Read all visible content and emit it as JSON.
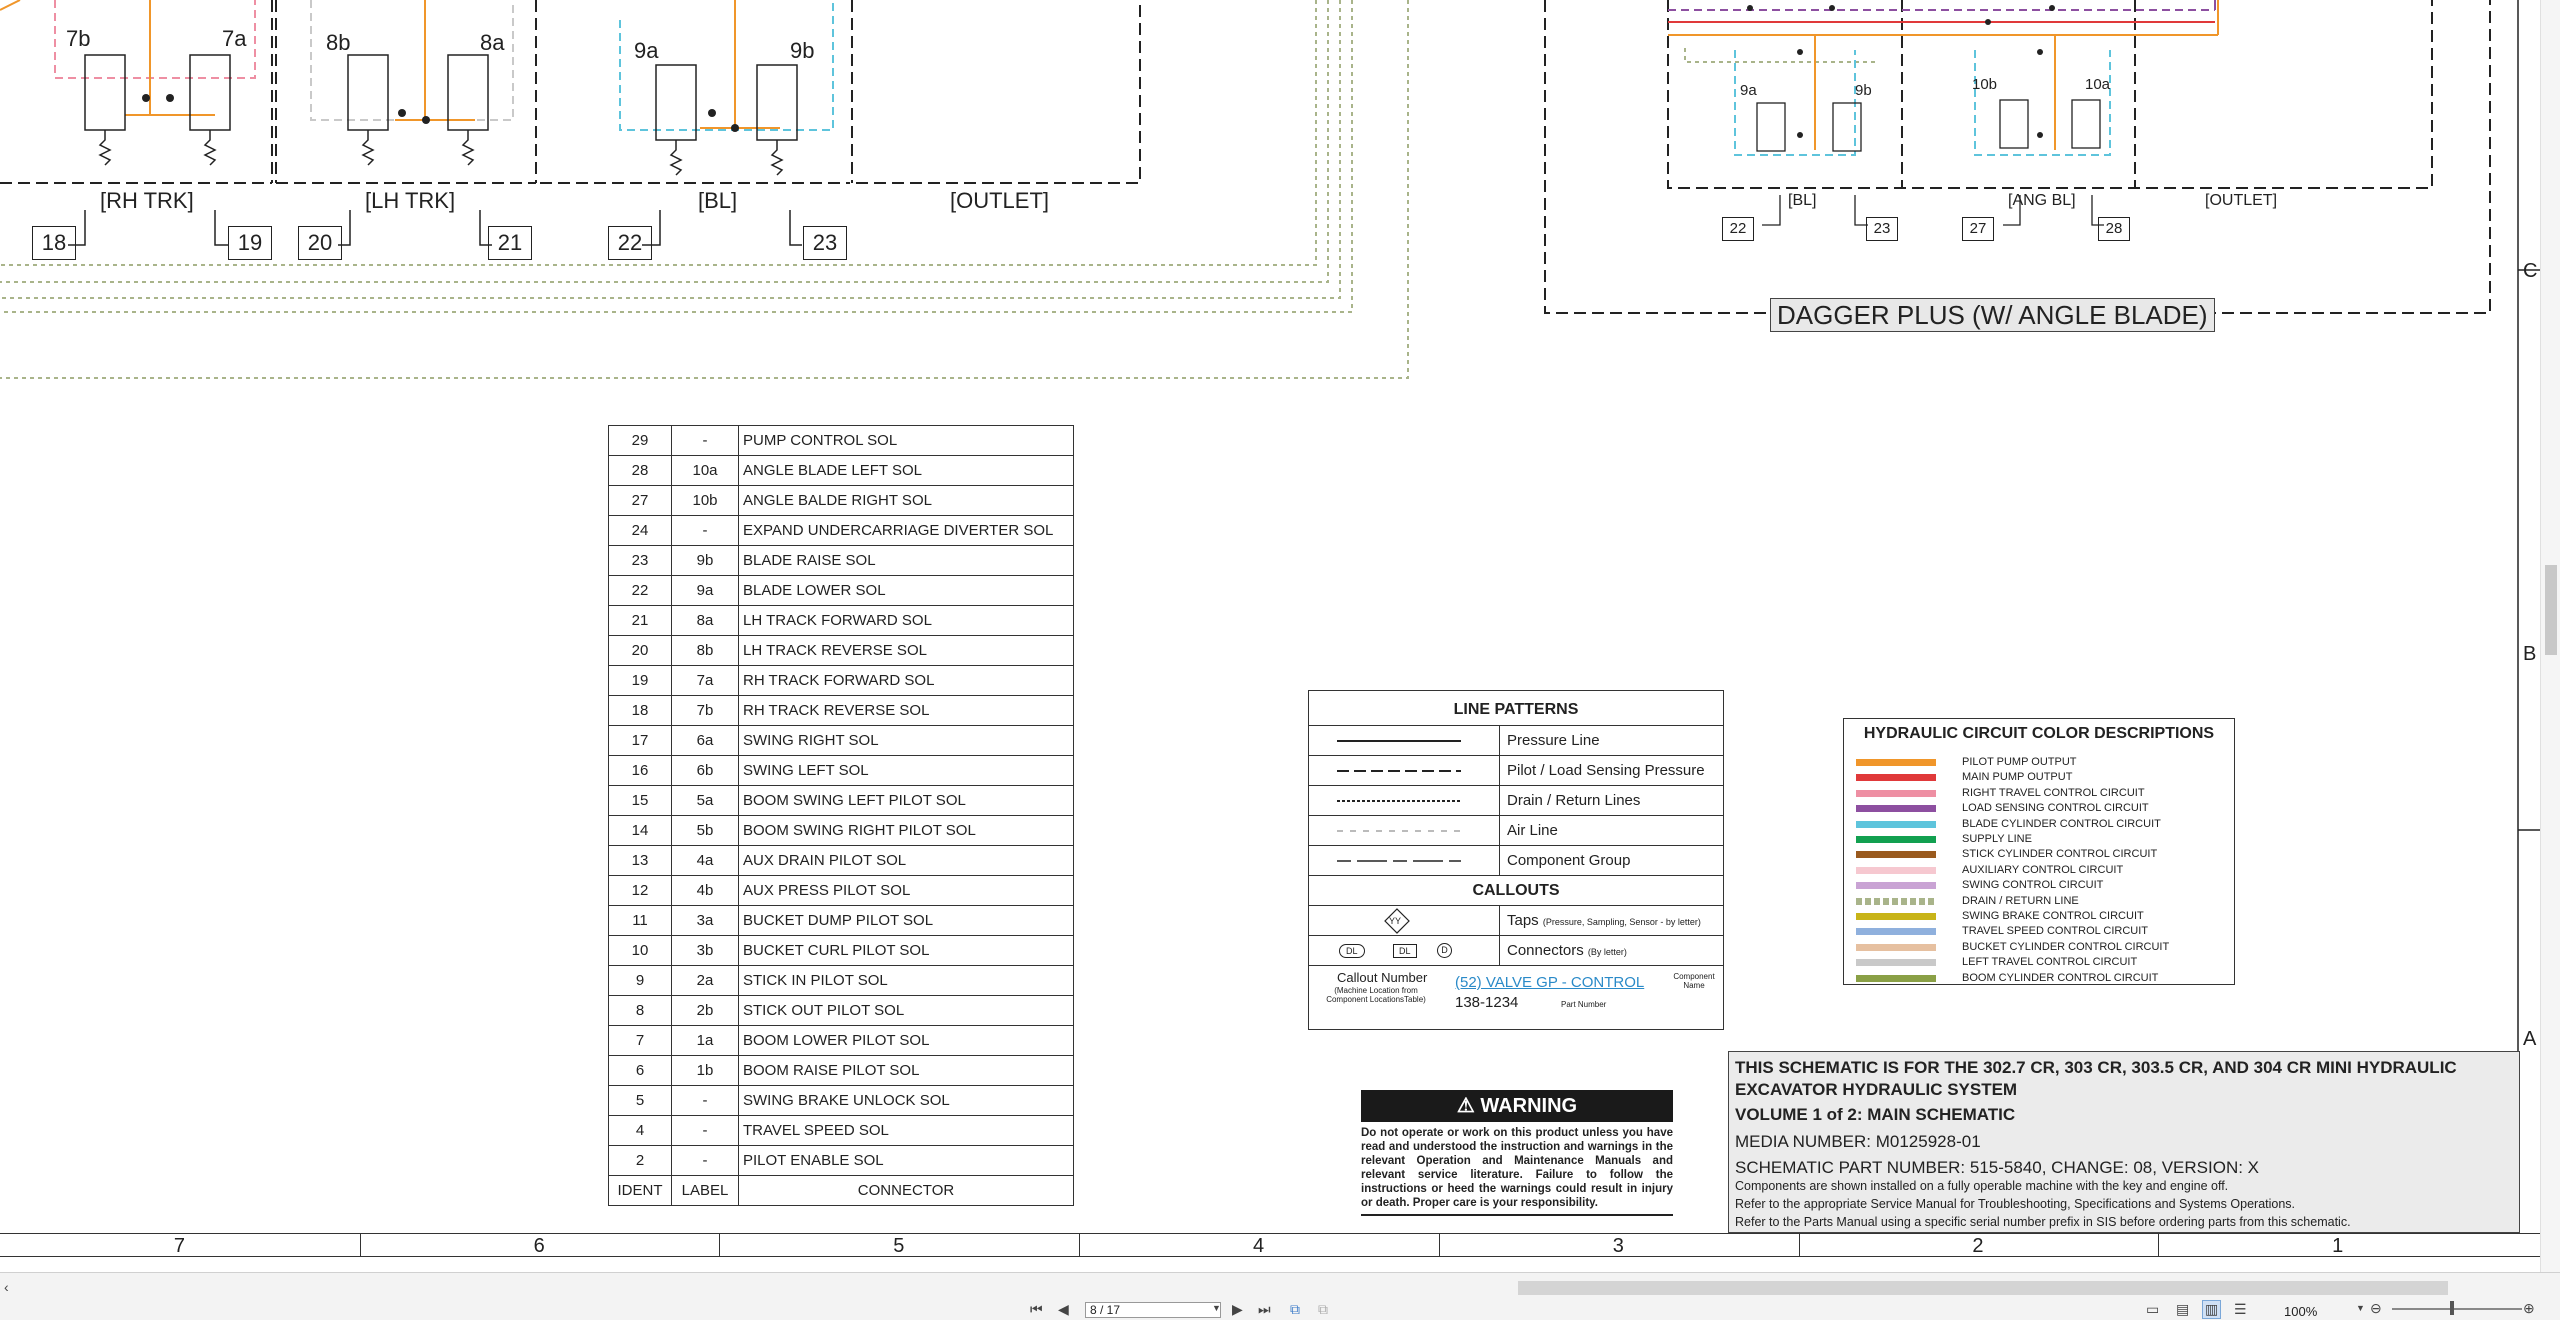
{
  "diagram": {
    "left_group_labels": [
      "[RH TRK]",
      "[LH TRK]",
      "[BL]",
      "[OUTLET]"
    ],
    "left_solenoid_labels": [
      "7b",
      "7a",
      "8b",
      "8a",
      "9a",
      "9b"
    ],
    "left_connector_numbers": [
      "18",
      "19",
      "20",
      "21",
      "22",
      "23"
    ],
    "right_group_labels": [
      "[BL]",
      "[ANG BL]",
      "[OUTLET]"
    ],
    "right_solenoid_labels": [
      "9a",
      "9b",
      "10b",
      "10a"
    ],
    "right_connector_numbers": [
      "22",
      "23",
      "27",
      "28"
    ],
    "dagger_title": "DAGGER PLUS (W/ ANGLE BLADE)",
    "right_zone_letters": [
      "C",
      "B",
      "A"
    ]
  },
  "component_table": {
    "rows": [
      {
        "ident": "29",
        "label": "-",
        "connector": "PUMP CONTROL SOL"
      },
      {
        "ident": "28",
        "label": "10a",
        "connector": "ANGLE BLADE LEFT SOL"
      },
      {
        "ident": "27",
        "label": "10b",
        "connector": "ANGLE BALDE RIGHT SOL"
      },
      {
        "ident": "24",
        "label": "-",
        "connector": "EXPAND UNDERCARRIAGE DIVERTER SOL"
      },
      {
        "ident": "23",
        "label": "9b",
        "connector": "BLADE RAISE SOL"
      },
      {
        "ident": "22",
        "label": "9a",
        "connector": "BLADE LOWER SOL"
      },
      {
        "ident": "21",
        "label": "8a",
        "connector": "LH TRACK FORWARD SOL"
      },
      {
        "ident": "20",
        "label": "8b",
        "connector": "LH TRACK REVERSE SOL"
      },
      {
        "ident": "19",
        "label": "7a",
        "connector": "RH TRACK FORWARD SOL"
      },
      {
        "ident": "18",
        "label": "7b",
        "connector": "RH TRACK REVERSE SOL"
      },
      {
        "ident": "17",
        "label": "6a",
        "connector": "SWING RIGHT SOL"
      },
      {
        "ident": "16",
        "label": "6b",
        "connector": "SWING LEFT SOL"
      },
      {
        "ident": "15",
        "label": "5a",
        "connector": "BOOM SWING LEFT PILOT SOL"
      },
      {
        "ident": "14",
        "label": "5b",
        "connector": "BOOM SWING RIGHT PILOT SOL"
      },
      {
        "ident": "13",
        "label": "4a",
        "connector": "AUX DRAIN PILOT SOL"
      },
      {
        "ident": "12",
        "label": "4b",
        "connector": "AUX PRESS PILOT SOL"
      },
      {
        "ident": "11",
        "label": "3a",
        "connector": "BUCKET DUMP PILOT SOL"
      },
      {
        "ident": "10",
        "label": "3b",
        "connector": "BUCKET CURL PILOT SOL"
      },
      {
        "ident": "9",
        "label": "2a",
        "connector": "STICK IN PILOT SOL"
      },
      {
        "ident": "8",
        "label": "2b",
        "connector": "STICK OUT PILOT SOL"
      },
      {
        "ident": "7",
        "label": "1a",
        "connector": "BOOM LOWER PILOT SOL"
      },
      {
        "ident": "6",
        "label": "1b",
        "connector": "BOOM RAISE PILOT SOL"
      },
      {
        "ident": "5",
        "label": "-",
        "connector": "SWING BRAKE UNLOCK SOL"
      },
      {
        "ident": "4",
        "label": "-",
        "connector": "TRAVEL SPEED SOL"
      },
      {
        "ident": "2",
        "label": "-",
        "connector": "PILOT ENABLE SOL"
      }
    ],
    "header": {
      "ident": "IDENT",
      "label": "LABEL",
      "connector": "CONNECTOR"
    }
  },
  "line_patterns": {
    "title": "LINE PATTERNS",
    "items": [
      "Pressure Line",
      "Pilot / Load Sensing Pressure",
      "Drain / Return Lines",
      "Air Line",
      "Component Group"
    ],
    "callouts_title": "CALLOUTS",
    "taps_label": "Taps",
    "taps_note": "(Pressure, Sampling, Sensor - by letter)",
    "taps_symbol": "YY",
    "connectors_label": "Connectors",
    "connectors_note": "(By letter)",
    "connector_symbols": [
      "DL",
      "DL",
      "D"
    ],
    "callout_number": "Callout Number",
    "callout_number_note": "(Machine Location from Component LocationsTable)",
    "callout_link": "(52) VALVE GP - CONTROL",
    "component_name": "Component Name",
    "part_number": "138-1234",
    "part_number_label": "Part Number"
  },
  "color_legend": {
    "title": "HYDRAULIC CIRCUIT COLOR DESCRIPTIONS",
    "items": [
      {
        "name": "PILOT PUMP OUTPUT",
        "color": "#f0962a"
      },
      {
        "name": "MAIN PUMP OUTPUT",
        "color": "#e0393a"
      },
      {
        "name": "RIGHT TRAVEL CONTROL CIRCUIT",
        "color": "#ee8fa3"
      },
      {
        "name": "LOAD SENSING CONTROL CIRCUIT",
        "color": "#8d4fa0"
      },
      {
        "name": "BLADE CYLINDER CONTROL CIRCUIT",
        "color": "#5ec4dc"
      },
      {
        "name": "SUPPLY LINE",
        "color": "#12a050"
      },
      {
        "name": "STICK CYLINDER CONTROL CIRCUIT",
        "color": "#9a5a1e"
      },
      {
        "name": "AUXILIARY CONTROL CIRCUIT",
        "color": "#f6c8d0"
      },
      {
        "name": "SWING CONTROL CIRCUIT",
        "color": "#c9a3d4"
      },
      {
        "name": "DRAIN / RETURN LINE",
        "color": "#a9b48a"
      },
      {
        "name": "SWING BRAKE CONTROL CIRCUIT",
        "color": "#c8b418"
      },
      {
        "name": "TRAVEL SPEED CONTROL CIRCUIT",
        "color": "#8fb0dd"
      },
      {
        "name": "BUCKET CYLINDER CONTROL CIRCUIT",
        "color": "#e6c0a0"
      },
      {
        "name": "LEFT TRAVEL CONTROL CIRCUIT",
        "color": "#c9c9c9"
      },
      {
        "name": "BOOM CYLINDER CONTROL CIRCUIT",
        "color": "#8aa046"
      }
    ]
  },
  "warning": {
    "title": "WARNING",
    "body": "Do not operate or work on this product unless you have read and understood the instruction and warnings in the relevant Operation and Maintenance Manuals and relevant service literature. Failure to follow the instructions or heed the warnings could result in injury or death. Proper care is your responsibility."
  },
  "title_block": {
    "line1": "THIS SCHEMATIC IS FOR THE 302.7 CR, 303 CR, 303.5 CR, AND 304 CR MINI HYDRAULIC",
    "line2": "EXCAVATOR HYDRAULIC SYSTEM",
    "line3": "VOLUME 1 of 2: MAIN SCHEMATIC",
    "line4": "MEDIA NUMBER: M0125928-01",
    "line5": "SCHEMATIC PART NUMBER: 515-5840, CHANGE: 08, VERSION: X",
    "note1": "Components are shown installed on a fully operable machine with the key and engine off.",
    "note2": "Refer to the appropriate Service Manual for Troubleshooting, Specifications and Systems Operations.",
    "note3": "Refer to the Parts Manual using a specific serial number prefix in SIS before ordering parts from this schematic."
  },
  "ruler": [
    "7",
    "6",
    "5",
    "4",
    "3",
    "2",
    "1"
  ],
  "viewer": {
    "page_value": "8 / 17",
    "zoom": "100%"
  }
}
